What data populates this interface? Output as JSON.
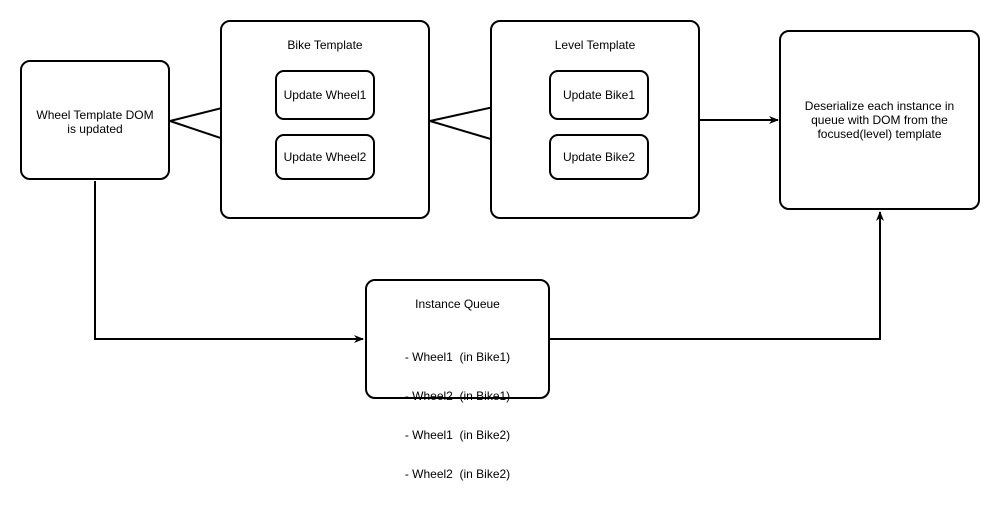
{
  "nodes": {
    "wheel_dom": {
      "text_line1": "Wheel Template DOM",
      "text_line2": "is updated"
    },
    "bike_template": {
      "title": "Bike Template",
      "update_wheel1": "Update Wheel1",
      "update_wheel2": "Update Wheel2"
    },
    "level_template": {
      "title": "Level Template",
      "update_bike1": "Update Bike1",
      "update_bike2": "Update Bike2"
    },
    "deserialize": {
      "line1": "Deserialize each instance in",
      "line2": "queue with DOM from the",
      "line3": "focused(level) template"
    },
    "instance_queue": {
      "title": "Instance Queue",
      "items": [
        "- Wheel1  (in Bike1)",
        "- Wheel2  (in Bike1)",
        "- Wheel1  (in Bike2)",
        "- Wheel2  (in Bike2)"
      ]
    }
  },
  "colors": {
    "stroke": "#000000",
    "fill": "#ffffff"
  }
}
